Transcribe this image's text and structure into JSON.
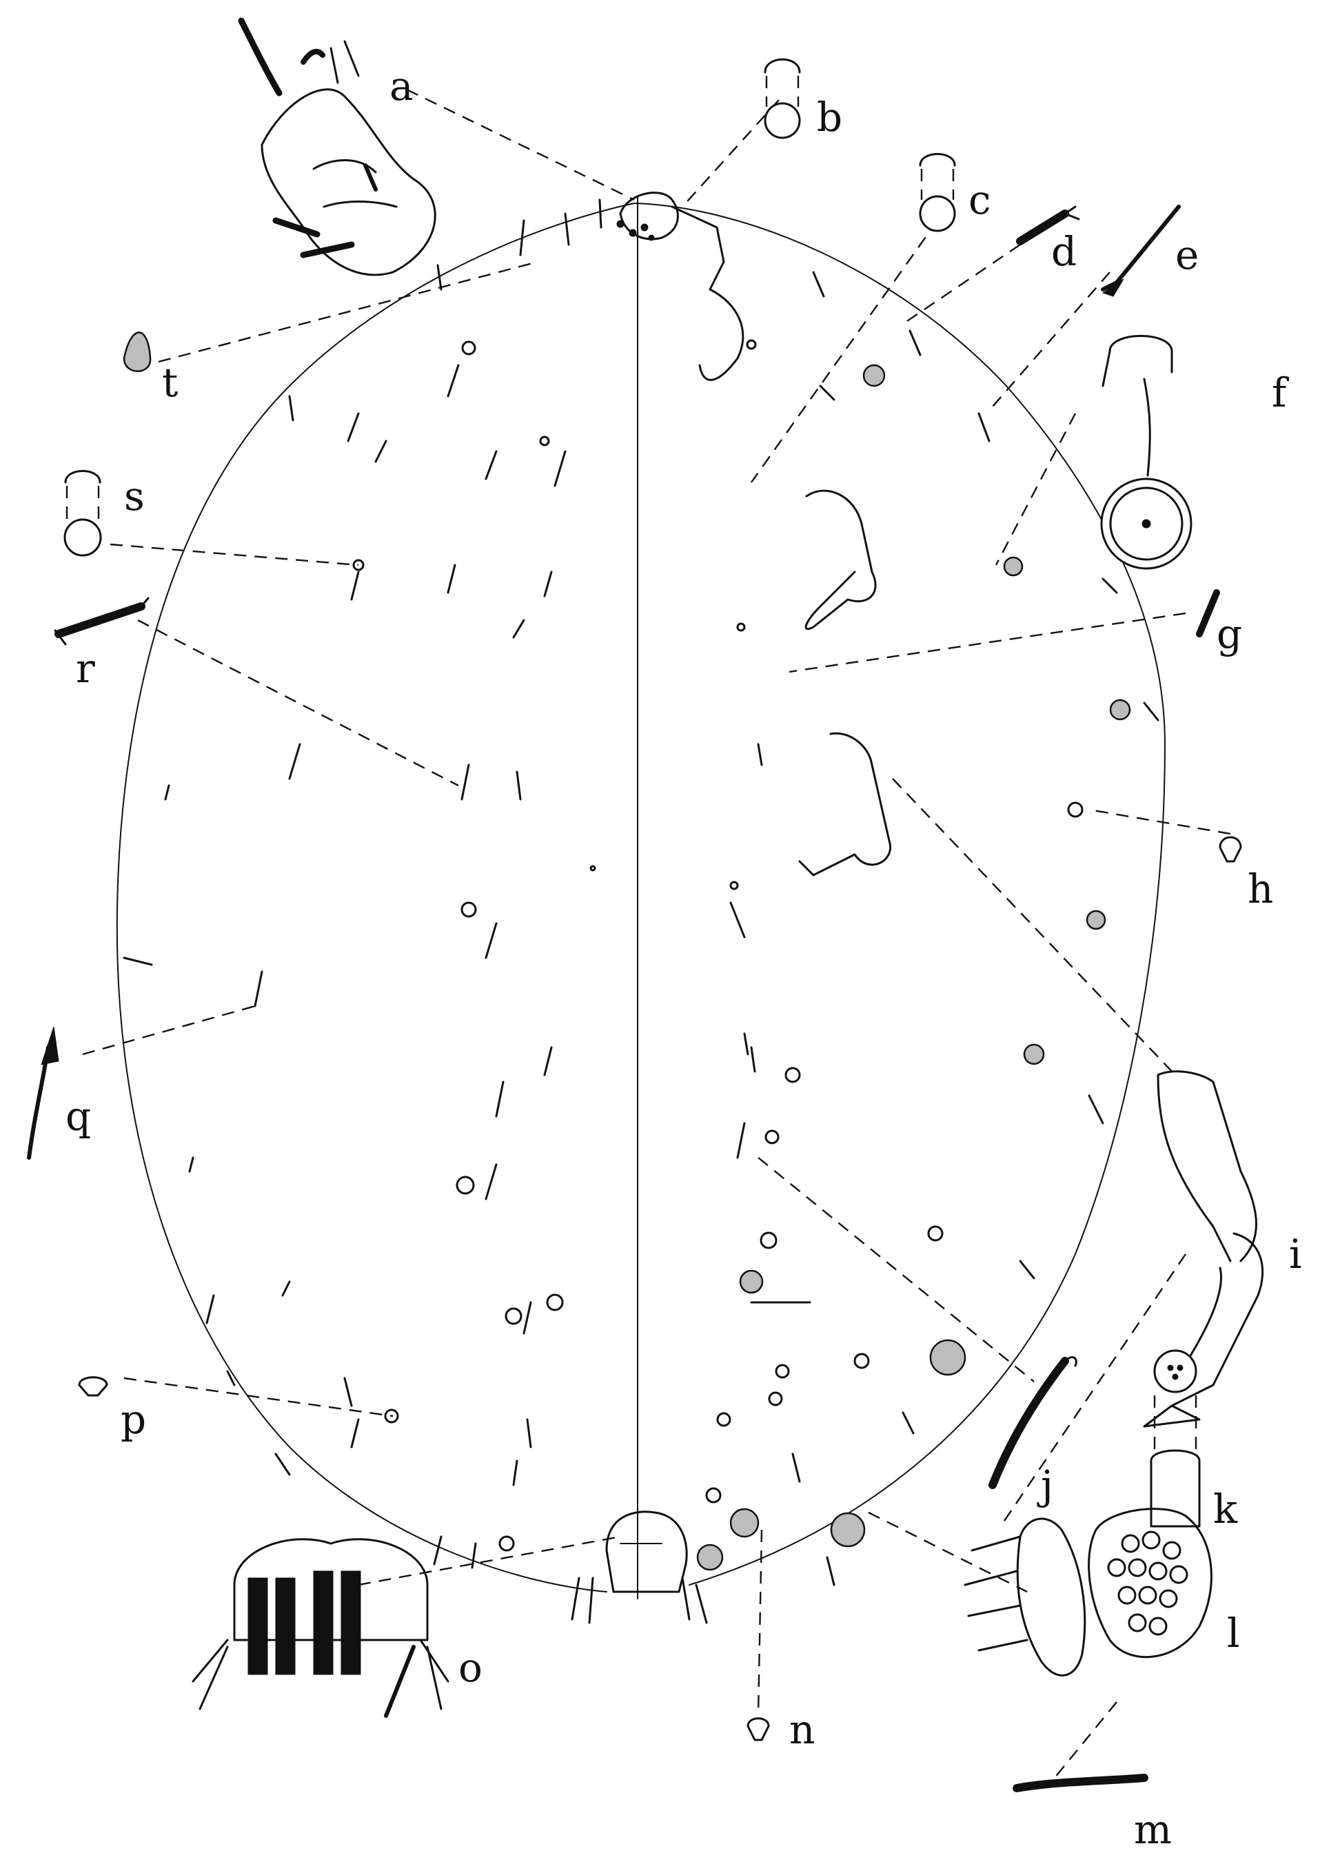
{
  "figure": {
    "panel_labels": {
      "a": "a",
      "b": "b",
      "c": "c",
      "d": "d",
      "e": "e",
      "f": "f",
      "g": "g",
      "h": "h",
      "i": "i",
      "j": "j",
      "k": "k",
      "l": "l",
      "m": "m",
      "n": "n",
      "o": "o",
      "p": "p",
      "q": "q",
      "r": "r",
      "s": "s",
      "t": "t"
    }
  },
  "colors": {
    "ink": "#111111",
    "paper": "#ffffff"
  }
}
